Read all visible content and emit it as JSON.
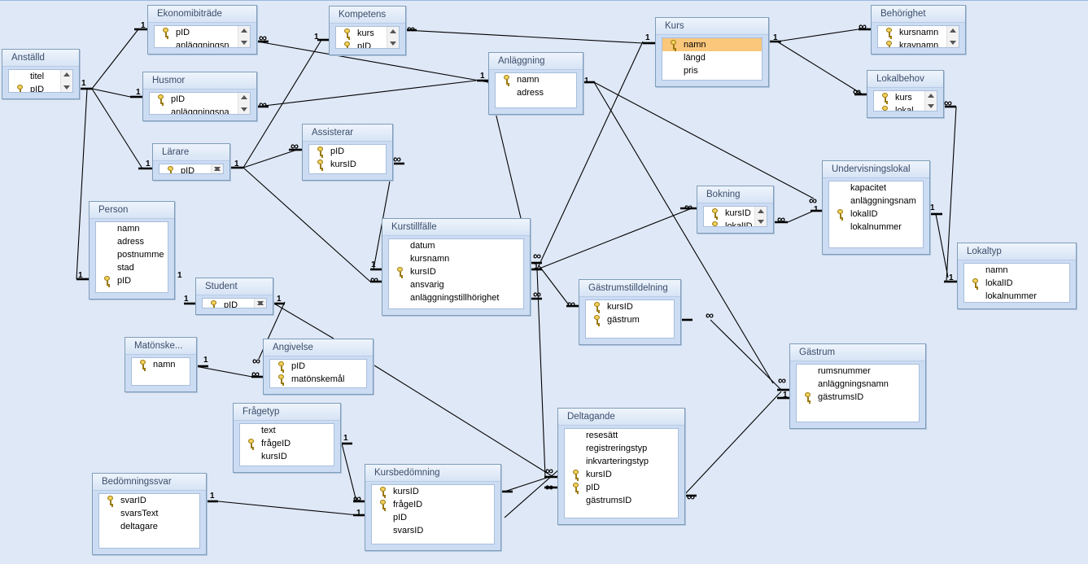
{
  "colors": {
    "canvas": "#dfe8f6",
    "table_header": "#d7e4f5",
    "line": "#000000",
    "selected_row": "#fbc77a"
  },
  "relationship_symbols": {
    "one": "1",
    "many": "∞"
  },
  "tables": {
    "anstalld": {
      "title": "Anställd",
      "fields": [
        {
          "name": "titel",
          "pk": false
        },
        {
          "name": "pID",
          "pk": true
        }
      ]
    },
    "ekonomibitrade": {
      "title": "Ekonomibiträde",
      "fields": [
        {
          "name": "pID",
          "pk": true
        },
        {
          "name": "anläggningsn",
          "pk": false
        }
      ]
    },
    "husmor": {
      "title": "Husmor",
      "fields": [
        {
          "name": "pID",
          "pk": true
        },
        {
          "name": "anläggningsna",
          "pk": false
        }
      ]
    },
    "larare": {
      "title": "Lärare",
      "fields": [
        {
          "name": "pID",
          "pk": true
        }
      ]
    },
    "person": {
      "title": "Person",
      "fields": [
        {
          "name": "namn",
          "pk": false
        },
        {
          "name": "adress",
          "pk": false
        },
        {
          "name": "postnumme",
          "pk": false
        },
        {
          "name": "stad",
          "pk": false
        },
        {
          "name": "pID",
          "pk": true
        }
      ]
    },
    "student": {
      "title": "Student",
      "fields": [
        {
          "name": "pID",
          "pk": true
        }
      ]
    },
    "kompetens": {
      "title": "Kompetens",
      "fields": [
        {
          "name": "kurs",
          "pk": true
        },
        {
          "name": "pID",
          "pk": true
        }
      ]
    },
    "anlaggning": {
      "title": "Anläggning",
      "fields": [
        {
          "name": "namn",
          "pk": true
        },
        {
          "name": "adress",
          "pk": false
        }
      ]
    },
    "kurs": {
      "title": "Kurs",
      "fields": [
        {
          "name": "namn",
          "pk": true,
          "selected": true
        },
        {
          "name": "längd",
          "pk": false
        },
        {
          "name": "pris",
          "pk": false
        }
      ]
    },
    "behorighet": {
      "title": "Behörighet",
      "fields": [
        {
          "name": "kursnamn",
          "pk": true
        },
        {
          "name": "kravnamn",
          "pk": true
        }
      ]
    },
    "lokalbehov": {
      "title": "Lokalbehov",
      "fields": [
        {
          "name": "kurs",
          "pk": true
        },
        {
          "name": "lokal",
          "pk": true
        }
      ]
    },
    "assisterar": {
      "title": "Assisterar",
      "fields": [
        {
          "name": "pID",
          "pk": true
        },
        {
          "name": "kursID",
          "pk": true
        }
      ]
    },
    "kurstillfalle": {
      "title": "Kurstillfälle",
      "fields": [
        {
          "name": "datum",
          "pk": false
        },
        {
          "name": "kursnamn",
          "pk": false
        },
        {
          "name": "kursID",
          "pk": true
        },
        {
          "name": "ansvarig",
          "pk": false
        },
        {
          "name": "anläggningstillhörighet",
          "pk": false
        }
      ]
    },
    "bokning": {
      "title": "Bokning",
      "fields": [
        {
          "name": "kursID",
          "pk": true
        },
        {
          "name": "lokalID",
          "pk": true
        }
      ]
    },
    "undervisningslokal": {
      "title": "Undervisningslokal",
      "fields": [
        {
          "name": "kapacitet",
          "pk": false
        },
        {
          "name": "anläggningsnam",
          "pk": false
        },
        {
          "name": "lokalID",
          "pk": true
        },
        {
          "name": "lokalnummer",
          "pk": false
        }
      ]
    },
    "lokaltyp": {
      "title": "Lokaltyp",
      "fields": [
        {
          "name": "namn",
          "pk": false
        },
        {
          "name": "lokalID",
          "pk": true
        },
        {
          "name": "lokalnummer",
          "pk": false
        }
      ]
    },
    "gastrumstilldelning": {
      "title": "Gästrumstilldelning",
      "fields": [
        {
          "name": "kursID",
          "pk": true
        },
        {
          "name": "gästrum",
          "pk": true
        }
      ]
    },
    "gastrum": {
      "title": "Gästrum",
      "fields": [
        {
          "name": "rumsnummer",
          "pk": false
        },
        {
          "name": "anläggningsnamn",
          "pk": false
        },
        {
          "name": "gästrumsID",
          "pk": true
        }
      ]
    },
    "matonske": {
      "title": "Matönske...",
      "fields": [
        {
          "name": "namn",
          "pk": true
        }
      ]
    },
    "angivelse": {
      "title": "Angivelse",
      "fields": [
        {
          "name": "pID",
          "pk": true
        },
        {
          "name": "matönskemål",
          "pk": true
        }
      ]
    },
    "fragetyp": {
      "title": "Frågetyp",
      "fields": [
        {
          "name": "text",
          "pk": false
        },
        {
          "name": "frågeID",
          "pk": true
        },
        {
          "name": "kursID",
          "pk": false
        }
      ]
    },
    "deltagande": {
      "title": "Deltagande",
      "fields": [
        {
          "name": "resesätt",
          "pk": false
        },
        {
          "name": "registreringstyp",
          "pk": false
        },
        {
          "name": "inkvarteringstyp",
          "pk": false
        },
        {
          "name": "kursID",
          "pk": true
        },
        {
          "name": "pID",
          "pk": true
        },
        {
          "name": "gästrumsID",
          "pk": false
        }
      ]
    },
    "bedomningssvar": {
      "title": "Bedömningssvar",
      "fields": [
        {
          "name": "svarID",
          "pk": true
        },
        {
          "name": "svarsText",
          "pk": false
        },
        {
          "name": "deltagare",
          "pk": false
        }
      ]
    },
    "kursbedomning": {
      "title": "Kursbedömning",
      "fields": [
        {
          "name": "kursID",
          "pk": true
        },
        {
          "name": "frågeID",
          "pk": true
        },
        {
          "name": "pID",
          "pk": false
        },
        {
          "name": "svarsID",
          "pk": false
        }
      ]
    }
  }
}
